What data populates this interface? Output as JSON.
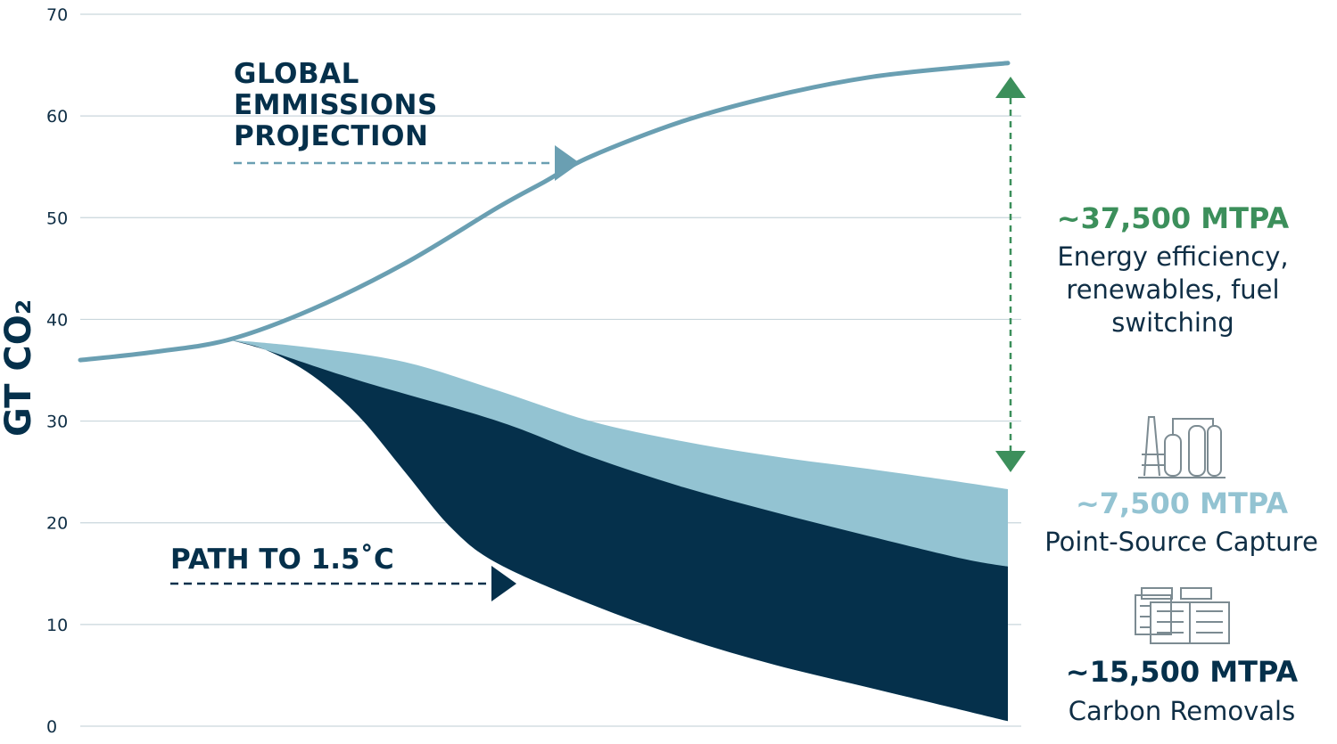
{
  "colors": {
    "projection": "#6a9fb2",
    "path": "#05304b",
    "point_source": "#93c3d2",
    "green": "#3c8f5b",
    "gridline": "#c9d6dc",
    "text": "#0f2e45"
  },
  "chart_data": {
    "type": "area",
    "ylabel": "GT CO₂",
    "ylim": [
      0,
      70
    ],
    "y_ticks": [
      "0",
      "10",
      "20",
      "30",
      "40",
      "50",
      "60",
      "70"
    ],
    "grid": true,
    "x": [
      0.0,
      0.08,
      0.16,
      0.25,
      0.35,
      0.45,
      0.5,
      0.55,
      0.65,
      0.75,
      0.85,
      0.95,
      1.0
    ],
    "series": [
      {
        "name": "GLOBAL EMMISSIONS PROJECTION",
        "kind": "line",
        "values": [
          36.0,
          36.8,
          38.0,
          41.0,
          45.5,
          51.0,
          53.5,
          56.0,
          59.5,
          62.0,
          63.8,
          64.8,
          65.2
        ]
      },
      {
        "name": "Point-Source Capture upper",
        "kind": "area",
        "x": [
          0.16,
          0.25,
          0.35,
          0.45,
          0.55,
          0.65,
          0.75,
          0.85,
          0.95,
          1.0
        ],
        "values": [
          38.0,
          37.2,
          35.8,
          33.0,
          30.0,
          28.0,
          26.5,
          25.3,
          24.0,
          23.3
        ]
      },
      {
        "name": "PATH TO 1.5˚C",
        "kind": "area",
        "x": [
          0.16,
          0.2,
          0.25,
          0.3,
          0.35,
          0.4,
          0.45,
          0.55,
          0.65,
          0.75,
          0.85,
          0.95,
          1.0
        ],
        "values": [
          38.0,
          37.0,
          34.5,
          30.5,
          25.0,
          19.5,
          16.0,
          12.0,
          8.7,
          6.0,
          3.8,
          1.6,
          0.5
        ]
      },
      {
        "name": "Carbon Removals upper",
        "kind": "boundary",
        "x": [
          0.16,
          0.2,
          0.3,
          0.45,
          0.55,
          0.65,
          0.75,
          0.85,
          0.95,
          1.0
        ],
        "values": [
          38.0,
          37.0,
          34.0,
          30.0,
          26.5,
          23.5,
          21.0,
          18.7,
          16.5,
          15.7
        ]
      }
    ],
    "annotations": [
      {
        "value": "~37,500 MTPA",
        "text": "Energy efficiency,\nrenewables, fuel\nswitching"
      },
      {
        "value": "~7,500 MTPA",
        "text": "Point-Source Capture"
      },
      {
        "value": "~15,500 MTPA",
        "text": "Carbon Removals"
      }
    ]
  },
  "labels": {
    "projection": "GLOBAL\nEMMISSIONS\nPROJECTION",
    "path": "PATH TO 1.5˚C"
  },
  "icons": {
    "point_source": "industrial-plant-icon",
    "removals": "direct-air-capture-icon"
  }
}
